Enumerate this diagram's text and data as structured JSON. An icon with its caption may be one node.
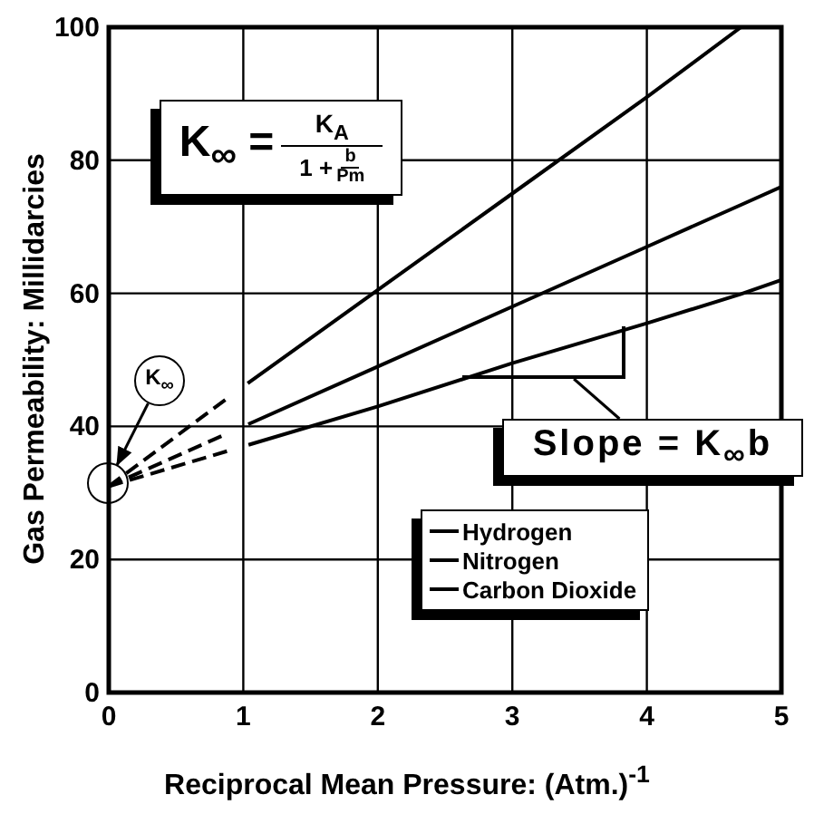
{
  "diagram": {
    "nodes": [
      {
        "text": [
          "K$_{∞}$ =",
          "K$_{A}$",
          "1 +",
          "b",
          "Pm"
        ]
      },
      {
        "text": [
          "K$_{∞}$"
        ]
      },
      {
        "text": [],
        "shape": "circle"
      },
      {
        "text": [
          "Slope = K$_{∞}$b"
        ]
      },
      {
        "text": [],
        "shape": "triangle"
      }
    ],
    "edges": [
      {
        "from": 1,
        "to": 2,
        "arrow": "to"
      },
      {
        "from": 3,
        "to": 4,
        "arrow": "none"
      }
    ],
    "chart_data": {
      "type": "line",
      "xlabel": "Reciprocal Mean Pressure: (Atm.)$^{-1}$",
      "ylabel": "Gas Permeability: Millidarcies",
      "x": [
        0,
        1,
        2,
        3,
        4,
        4.7,
        5
      ],
      "grid": true,
      "series": [
        {
          "name": "Hydrogen",
          "color": "#000000",
          "line_style": "dashed",
          "values": [
            31,
            46,
            60.5,
            75,
            89.5,
            100,
            null
          ]
        },
        {
          "name": "Nitrogen",
          "color": "#000000",
          "line_style": "dashed",
          "values": [
            31,
            40,
            49,
            58,
            67,
            73.3,
            76
          ]
        },
        {
          "name": "Carbon Dioxide",
          "color": "#000000",
          "line_style": "dashed",
          "values": [
            31,
            37,
            43,
            49.5,
            55.5,
            59.9,
            62
          ]
        }
      ],
      "xlim": [
        0,
        5
      ],
      "ylim": [
        0,
        100
      ],
      "xticks": [
        0,
        1,
        2,
        3,
        4,
        5
      ],
      "yticks": [
        0,
        20,
        40,
        60,
        80,
        100
      ]
    }
  }
}
